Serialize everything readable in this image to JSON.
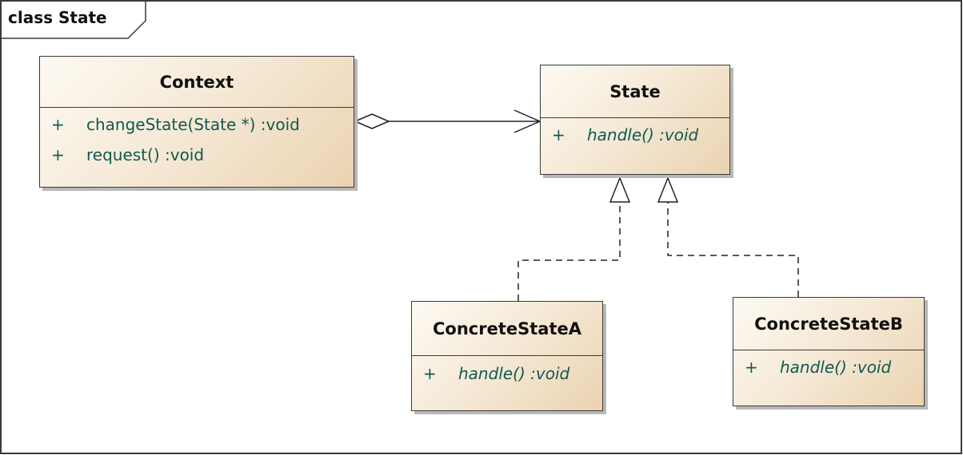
{
  "frame": {
    "label": "class State"
  },
  "classes": {
    "context": {
      "name": "Context",
      "operations": [
        {
          "visibility": "+",
          "signature": "changeState(State *)  :void"
        },
        {
          "visibility": "+",
          "signature": "request()  :void"
        }
      ]
    },
    "state": {
      "name": "State",
      "abstract_ops": true,
      "operations": [
        {
          "visibility": "+",
          "signature": "handle()  :void"
        }
      ]
    },
    "concrete_a": {
      "name": "ConcreteStateA",
      "operations": [
        {
          "visibility": "+",
          "signature": "handle()  :void"
        }
      ]
    },
    "concrete_b": {
      "name": "ConcreteStateB",
      "operations": [
        {
          "visibility": "+",
          "signature": "handle()  :void"
        }
      ]
    }
  },
  "relations": [
    {
      "type": "aggregation",
      "from": "Context",
      "to": "State"
    },
    {
      "type": "realization",
      "from": "ConcreteStateA",
      "to": "State"
    },
    {
      "type": "realization",
      "from": "ConcreteStateB",
      "to": "State"
    }
  ],
  "colors": {
    "border": "#3a3a3a",
    "operation_text": "#0f5a52",
    "class_fill_light": "#fdfaf3",
    "class_fill_dark": "#ead3b1"
  }
}
